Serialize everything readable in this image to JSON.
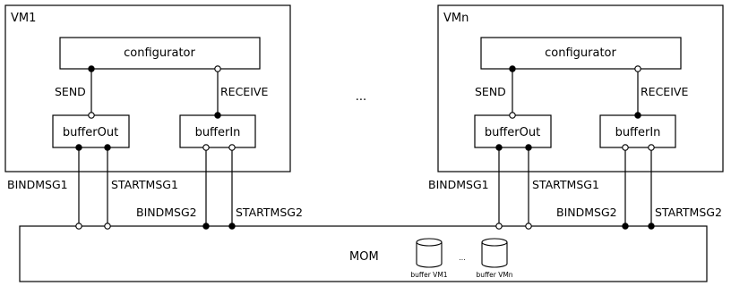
{
  "vm_left": {
    "title": "VM1",
    "configurator": "configurator",
    "send": "SEND",
    "receive": "RECEIVE",
    "buffer_out": "bufferOut",
    "buffer_in": "bufferIn",
    "bindmsg1": "BINDMSG1",
    "startmsg1": "STARTMSG1",
    "bindmsg2": "BINDMSG2",
    "startmsg2": "STARTMSG2"
  },
  "vm_right": {
    "title": "VMn",
    "configurator": "configurator",
    "send": "SEND",
    "receive": "RECEIVE",
    "buffer_out": "bufferOut",
    "buffer_in": "bufferIn",
    "bindmsg1": "BINDMSG1",
    "startmsg1": "STARTMSG1",
    "bindmsg2": "BINDMSG2",
    "startmsg2": "STARTMSG2"
  },
  "ellipsis": "...",
  "mom": {
    "label": "MOM",
    "buffer_first": "buffer VM1",
    "buffer_ellipsis": "...",
    "buffer_last": "buffer VMn"
  }
}
